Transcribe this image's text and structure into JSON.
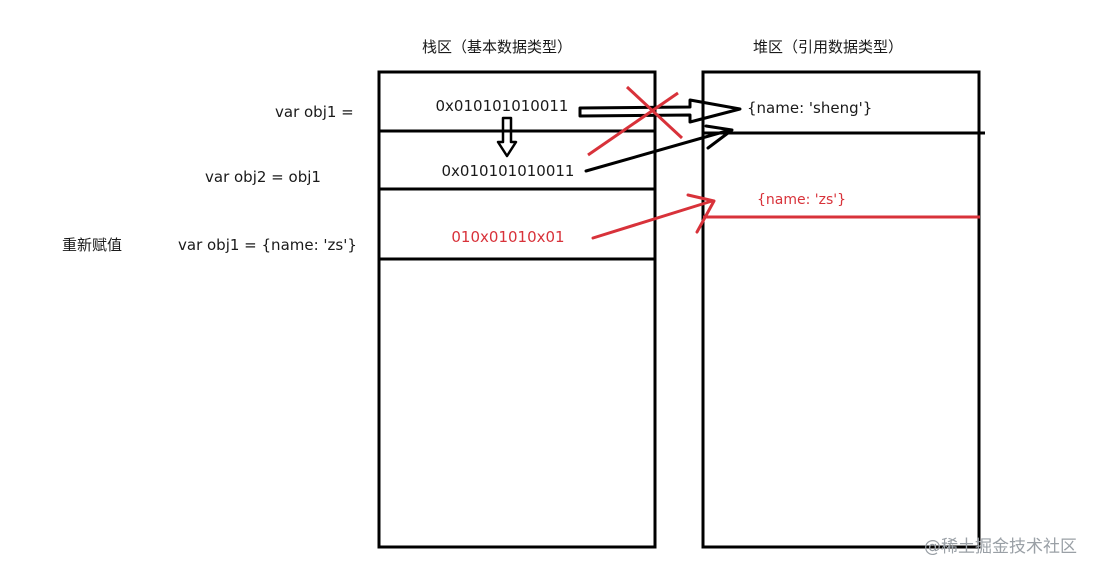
{
  "stack": {
    "title": "栈区（基本数据类型）",
    "cells": [
      "0x010101010011",
      "0x010101010011",
      "010x01010x01"
    ]
  },
  "heap": {
    "title": "堆区（引用数据类型）",
    "cells": [
      "{name: 'sheng'}",
      "{name: 'zs'}"
    ]
  },
  "code": {
    "line1": "var obj1 =",
    "line2": "var obj2 = obj1",
    "line3_label": "重新赋值",
    "line3": "var obj1 = {name: 'zs'}"
  },
  "watermark": "@稀土掘金技术社区",
  "colors": {
    "ink": "#000000",
    "highlight": "#d8323a",
    "watermark": "#9aa0a6"
  }
}
